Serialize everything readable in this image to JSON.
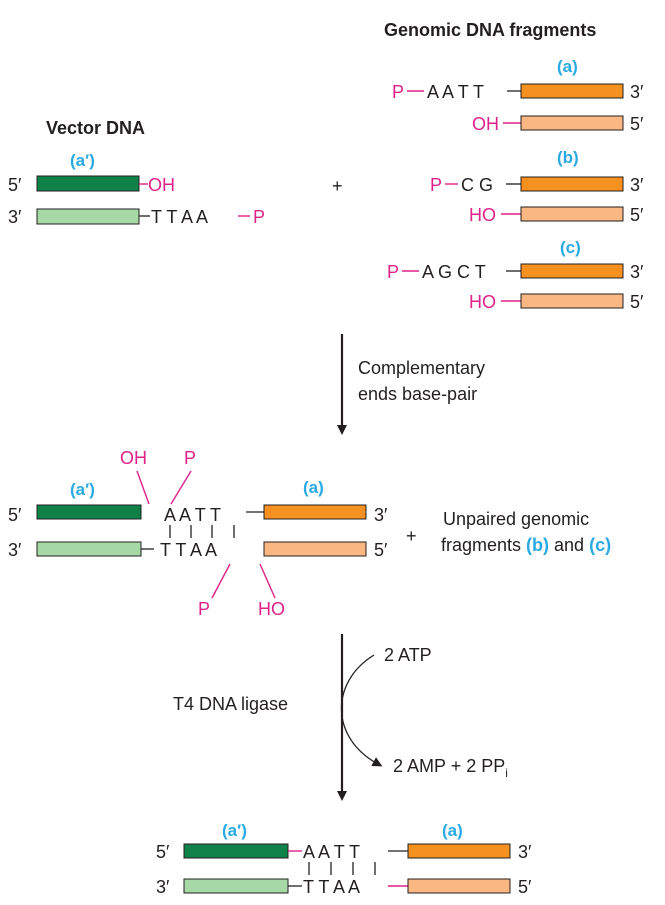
{
  "colors": {
    "label_blue": "#2aaae2",
    "phosphate_magenta": "#e0218a",
    "vector_dark_green": "#11814a",
    "vector_light_green": "#a6d9a6",
    "genomic_dark_orange": "#f6901e",
    "genomic_light_orange": "#fbb782"
  },
  "headers": {
    "genomic": "Genomic DNA fragments",
    "vector": "Vector DNA"
  },
  "labels": {
    "a": "(a)",
    "a_prime": "(a′)",
    "b": "(b)",
    "c": "(c)",
    "five": "5′",
    "three": "3′",
    "p": "P",
    "oh": "OH",
    "ho": "HO",
    "plus": "+"
  },
  "sequences": {
    "aatt": "A A T T",
    "ttaa": "T T A A",
    "cg": "C G",
    "agct": "A G C T"
  },
  "steps": {
    "step1_line1": "Complementary",
    "step1_line2": "ends base-pair",
    "unpaired_line1": "Unpaired genomic",
    "unpaired_line2_prefix": "fragments ",
    "unpaired_b": "(b)",
    "unpaired_and": " and ",
    "unpaired_c": "(c)",
    "enzyme": "T4 DNA ligase",
    "atp": "2 ATP",
    "amp_text": "2 AMP + 2 PP",
    "amp_sub": "i"
  }
}
